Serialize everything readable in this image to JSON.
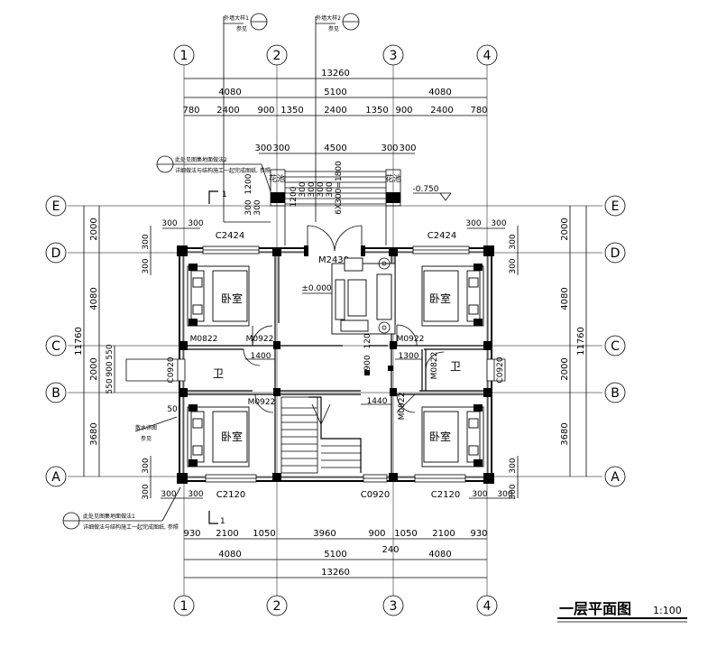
{
  "title": "一层平面图",
  "scale": "1:100",
  "axes": {
    "vertical": [
      "1",
      "2",
      "3",
      "4"
    ],
    "horizontal": [
      "E",
      "D",
      "C",
      "B",
      "A"
    ]
  },
  "dims_top": {
    "total": "13260",
    "mid": [
      "4080",
      "5100",
      "4080"
    ],
    "detail": [
      "780",
      "2400",
      "900",
      "1350",
      "2400",
      "1350",
      "900",
      "2400",
      "780"
    ],
    "porch": [
      "300",
      "300",
      "4500",
      "300",
      "300"
    ]
  },
  "dims_bottom": {
    "detail": [
      "930",
      "2100",
      "1050",
      "3960",
      "900",
      "1050",
      "2100",
      "930"
    ],
    "mid": [
      "4080",
      "5100",
      "4080"
    ],
    "total": "13260",
    "extra": "240"
  },
  "dims_left": {
    "total": "11760",
    "mid": [
      "2000",
      "4080",
      "2000",
      "3680"
    ],
    "bath": [
      "550",
      "900",
      "550"
    ],
    "side": [
      "300",
      "300",
      "300",
      "300"
    ]
  },
  "dims_right": {
    "total": "11760",
    "mid": [
      "2000",
      "4080",
      "2000",
      "3680"
    ],
    "side": [
      "300",
      "300",
      "300",
      "300"
    ]
  },
  "dims_corner": {
    "top_left": [
      "300",
      "300"
    ],
    "top_right": [
      "300",
      "300"
    ],
    "bottom_left": [
      "300",
      "300"
    ],
    "bottom_right": [
      "300",
      "300"
    ]
  },
  "porch": {
    "vertical": [
      "1200",
      "300",
      "300",
      "1200",
      "300",
      "300",
      "300",
      "300"
    ],
    "steps": "6X300=1800",
    "level": "-0.750"
  },
  "rooms": {
    "bedroom": "卧室",
    "bath": "卫",
    "planter": "花池",
    "level": "±0.000"
  },
  "windows": {
    "top": [
      "C2424",
      "C2424"
    ],
    "bottom": [
      "C2120",
      "C0920",
      "C2120"
    ],
    "side": [
      "C0920",
      "C0920"
    ]
  },
  "doors": {
    "main": "M2430",
    "list": [
      "M0822",
      "M0922",
      "M0922",
      "M0822",
      "M0922",
      "M0922"
    ]
  },
  "inner_dims": [
    "1400",
    "1300",
    "1440",
    "900",
    "120",
    "50"
  ],
  "notes": {
    "top_left": "外墙大样1",
    "top_right": "外墙大样2",
    "ref": "参见",
    "porch_note": [
      "此处见图集地面做法2",
      "详细做法与结构施工一起完成图纸, 参照"
    ],
    "bottom_note": [
      "此处见图集地面做法1",
      "详细做法与结构施工一起完成图纸, 参照"
    ],
    "side_note": [
      "散水详图",
      "参见"
    ]
  },
  "section_marks": [
    "1",
    "1"
  ]
}
